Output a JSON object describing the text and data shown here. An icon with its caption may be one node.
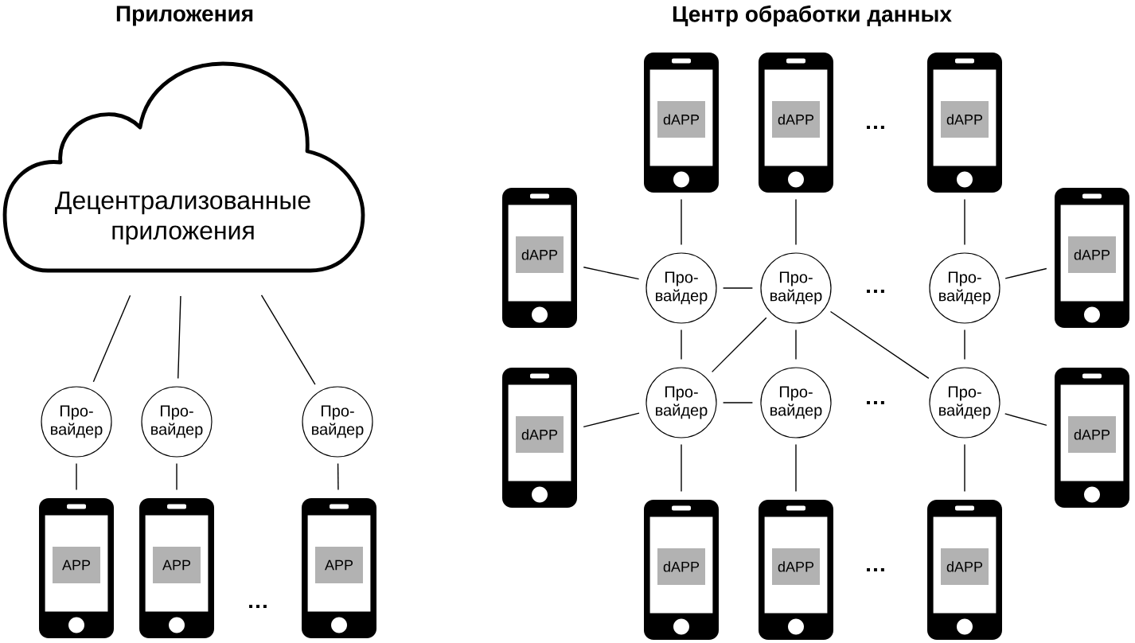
{
  "diagram": {
    "nodes": [
      {
        "text": [
          "Децентрализованные приложения"
        ]
      },
      {
        "text": [
          "Про- вайдер"
        ]
      },
      {
        "text": [
          "Про- вайдер"
        ]
      },
      {
        "text": [
          "Про- вайдер"
        ]
      },
      {
        "text": [
          "APP"
        ]
      },
      {
        "text": [
          "APP"
        ]
      },
      {
        "text": [
          "APP"
        ]
      },
      {
        "text": [
          "dAPP"
        ]
      },
      {
        "text": [
          "dAPP"
        ]
      },
      {
        "text": [
          "dAPP"
        ]
      },
      {
        "text": [
          "dAPP"
        ]
      },
      {
        "text": [
          "Про- вайдер"
        ]
      },
      {
        "text": [
          "Про- вайдер"
        ]
      },
      {
        "text": [
          "Про- вайдер"
        ]
      },
      {
        "text": [
          "dAPP"
        ]
      },
      {
        "text": [
          "dAPP"
        ]
      },
      {
        "text": [
          "Про- вайдер"
        ]
      },
      {
        "text": [
          "Про- вайдер"
        ]
      },
      {
        "text": [
          "Про- вайдер"
        ]
      },
      {
        "text": [
          "dAPP"
        ]
      },
      {
        "text": [
          "dAPP"
        ]
      },
      {
        "text": [
          "dAPP"
        ]
      },
      {
        "text": [
          "dAPP"
        ]
      }
    ],
    "edges": [
      {
        "from": 0,
        "to": 1,
        "arrow": "none"
      },
      {
        "from": 0,
        "to": 2,
        "arrow": "none"
      },
      {
        "from": 0,
        "to": 3,
        "arrow": "none"
      },
      {
        "from": 1,
        "to": 4,
        "arrow": "none"
      },
      {
        "from": 2,
        "to": 5,
        "arrow": "none"
      },
      {
        "from": 3,
        "to": 6,
        "arrow": "none"
      },
      {
        "from": 7,
        "to": 11,
        "arrow": "none"
      },
      {
        "from": 8,
        "to": 12,
        "arrow": "none"
      },
      {
        "from": 9,
        "to": 13,
        "arrow": "none"
      },
      {
        "from": 10,
        "to": 11,
        "arrow": "none"
      },
      {
        "from": 11,
        "to": 12,
        "arrow": "none"
      },
      {
        "from": 13,
        "to": 14,
        "arrow": "none"
      },
      {
        "from": 11,
        "to": 16,
        "arrow": "none"
      },
      {
        "from": 12,
        "to": 17,
        "arrow": "none"
      },
      {
        "from": 13,
        "to": 18,
        "arrow": "none"
      },
      {
        "from": 12,
        "to": 16,
        "arrow": "none"
      },
      {
        "from": 12,
        "to": 18,
        "arrow": "none"
      },
      {
        "from": 15,
        "to": 16,
        "arrow": "none"
      },
      {
        "from": 16,
        "to": 17,
        "arrow": "none"
      },
      {
        "from": 18,
        "to": 19,
        "arrow": "none"
      },
      {
        "from": 16,
        "to": 20,
        "arrow": "none"
      },
      {
        "from": 17,
        "to": 21,
        "arrow": "none"
      },
      {
        "from": 18,
        "to": 22,
        "arrow": "none"
      }
    ],
    "labels": [
      "Приложения",
      "Центр обработки данных",
      "…",
      "…",
      "…",
      "…",
      "…"
    ]
  }
}
